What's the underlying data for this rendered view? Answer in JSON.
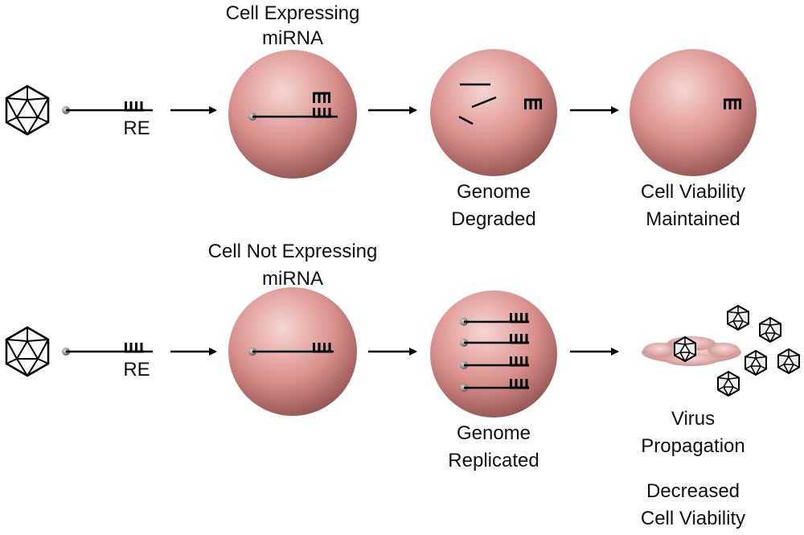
{
  "top_row": {
    "title_line1": "Cell Expressing",
    "title_line2": "miRNA",
    "element_label": "RE",
    "degraded_line1": "Genome",
    "degraded_line2": "Degraded",
    "viability_line1": "Cell Viability",
    "viability_line2": "Maintained"
  },
  "bottom_row": {
    "title_line1": "Cell Not Expressing",
    "title_line2": "miRNA",
    "element_label": "RE",
    "replicated_line1": "Genome",
    "replicated_line2": "Replicated",
    "propagation_line1": "Virus",
    "propagation_line2": "Propagation",
    "decreased_line1": "Decreased",
    "decreased_line2": "Cell Viability"
  },
  "colors": {
    "cell_light": "#f7d5d2",
    "cell_mid": "#d98f8c",
    "cell_dark": "#8a4c4a",
    "line": "#000000",
    "virus_fill": "#ffffff"
  },
  "icons": {
    "virus": "icosahedron-virus-icon",
    "cell": "sphere-cell-icon",
    "arrow": "right-arrow-icon",
    "mirna": "comb-mirna-icon"
  }
}
